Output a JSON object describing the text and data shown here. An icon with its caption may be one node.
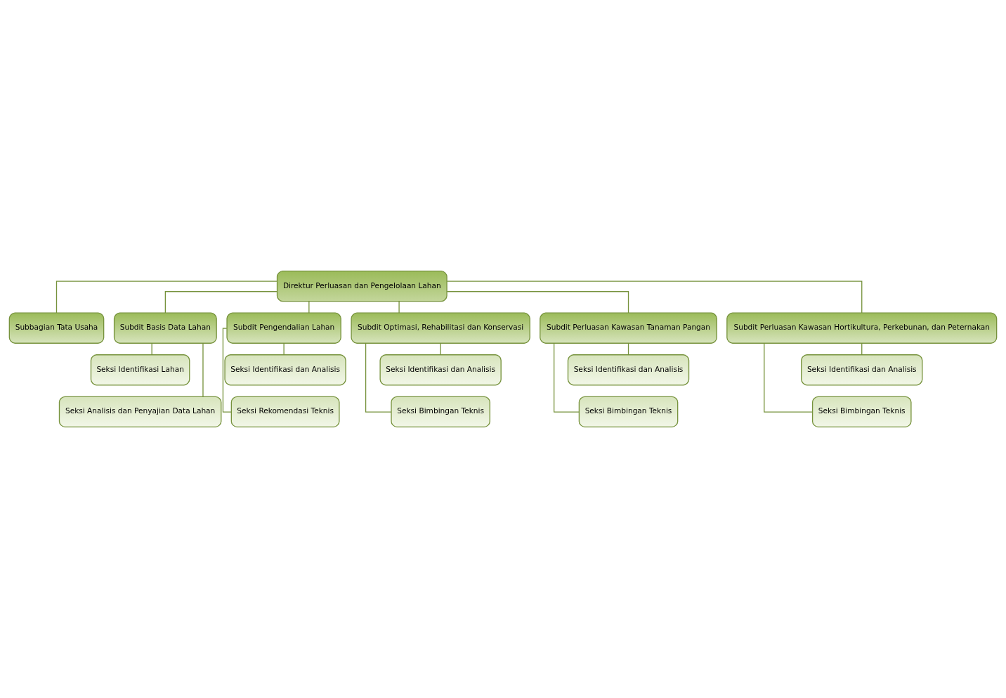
{
  "diagram": {
    "nodes": [
      {
        "text": [
          "Direktur Perluasan dan Pengelolaan Lahan"
        ]
      },
      {
        "text": [
          "Subbagian Tata Usaha"
        ]
      },
      {
        "text": [
          "Subdit Basis Data Lahan"
        ]
      },
      {
        "text": [
          "Subdit Pengendalian Lahan"
        ]
      },
      {
        "text": [
          "Subdit Optimasi, Rehabilitasi dan Konservasi"
        ]
      },
      {
        "text": [
          "Subdit Perluasan Kawasan Tanaman Pangan"
        ]
      },
      {
        "text": [
          "Subdit Perluasan Kawasan Hortikultura, Perkebunan, dan Peternakan"
        ]
      },
      {
        "text": [
          "Seksi Identifikasi Lahan"
        ]
      },
      {
        "text": [
          "Seksi Analisis dan Penyajian Data Lahan"
        ]
      },
      {
        "text": [
          "Seksi Identifikasi dan Analisis"
        ]
      },
      {
        "text": [
          "Seksi Rekomendasi Teknis"
        ]
      },
      {
        "text": [
          "Seksi Identifikasi dan Analisis"
        ]
      },
      {
        "text": [
          "Seksi Bimbingan Teknis"
        ]
      },
      {
        "text": [
          "Seksi Identifikasi dan Analisis"
        ]
      },
      {
        "text": [
          "Seksi Bimbingan Teknis"
        ]
      },
      {
        "text": [
          "Seksi Identifikasi dan Analisis"
        ]
      },
      {
        "text": [
          "Seksi Bimbingan Teknis"
        ]
      }
    ],
    "edges": [
      {
        "from": 0,
        "to": 1,
        "arrow": "none"
      },
      {
        "from": 0,
        "to": 2,
        "arrow": "none"
      },
      {
        "from": 0,
        "to": 3,
        "arrow": "none"
      },
      {
        "from": 0,
        "to": 4,
        "arrow": "none"
      },
      {
        "from": 0,
        "to": 5,
        "arrow": "none"
      },
      {
        "from": 0,
        "to": 6,
        "arrow": "none"
      },
      {
        "from": 2,
        "to": 7,
        "arrow": "none"
      },
      {
        "from": 2,
        "to": 8,
        "arrow": "none"
      },
      {
        "from": 3,
        "to": 9,
        "arrow": "none"
      },
      {
        "from": 3,
        "to": 10,
        "arrow": "none"
      },
      {
        "from": 4,
        "to": 11,
        "arrow": "none"
      },
      {
        "from": 4,
        "to": 12,
        "arrow": "none"
      },
      {
        "from": 5,
        "to": 13,
        "arrow": "none"
      },
      {
        "from": 5,
        "to": 14,
        "arrow": "none"
      },
      {
        "from": 6,
        "to": 15,
        "arrow": "none"
      },
      {
        "from": 6,
        "to": 16,
        "arrow": "none"
      }
    ]
  }
}
